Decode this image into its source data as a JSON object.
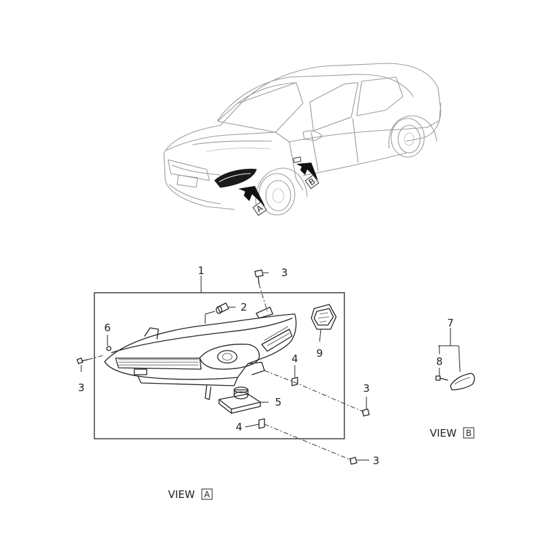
{
  "callouts": {
    "c1": "1",
    "c2": "2",
    "c3a": "3",
    "c3b": "3",
    "c3c": "3",
    "c3d": "3",
    "c4a": "4",
    "c4b": "4",
    "c5": "5",
    "c6": "6",
    "c7": "7",
    "c8": "8",
    "c9": "9"
  },
  "arrows": {
    "a": "A",
    "b": "B"
  },
  "views": {
    "a_prefix": "VIEW",
    "a_letter": "A",
    "b_prefix": "VIEW",
    "b_letter": "B"
  }
}
